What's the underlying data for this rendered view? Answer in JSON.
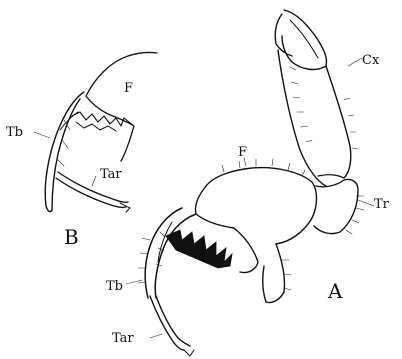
{
  "labels": {
    "cx": "Cx",
    "f_a": "F",
    "tr": "Tr",
    "tb_a": "Tb",
    "tar_a": "Tar",
    "panel_a": "A",
    "f_b": "F",
    "tb_b": "Tb",
    "tar_b": "Tar",
    "panel_b": "B"
  }
}
